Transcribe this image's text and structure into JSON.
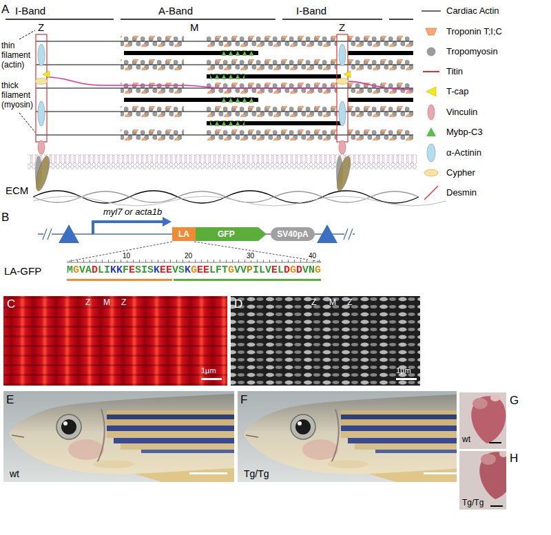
{
  "diagram": {
    "nodes": [
      {
        "text": [
          "LA"
        ]
      },
      {
        "text": [
          "GFP"
        ]
      },
      {
        "text": [
          "SV40pA"
        ]
      }
    ],
    "labels": [
      "A",
      "I-Band",
      "A-Band",
      "I-Band",
      "Z",
      "M",
      "Z",
      "thin filament (actin)",
      "thick filament (myosin)",
      "ECM",
      "B",
      "myl7 or acta1b",
      "10",
      "20",
      "30",
      "40",
      "MGVADLIKKFESISKEEVSKGEELFTGVVPILVELDGDVNG",
      "LA-GFP",
      "C",
      "Z",
      "M",
      "Z",
      "1µm",
      "D",
      "Z",
      "M",
      "Z",
      "1µm",
      "E",
      "wt",
      "F",
      "Tg/Tg",
      "G",
      "wt",
      "H",
      "Tg/Tg"
    ],
    "legend": [
      {
        "text": "Cardiac Actin"
      },
      {
        "text": "Troponin T;I;C"
      },
      {
        "text": "Tropomyosin"
      },
      {
        "text": "Titin"
      },
      {
        "text": "T-cap"
      },
      {
        "text": "Vinculin"
      },
      {
        "text": "Mybp-C3"
      },
      {
        "text": "α-Actinin"
      },
      {
        "text": "Cypher"
      },
      {
        "text": "Desmin"
      }
    ]
  }
}
